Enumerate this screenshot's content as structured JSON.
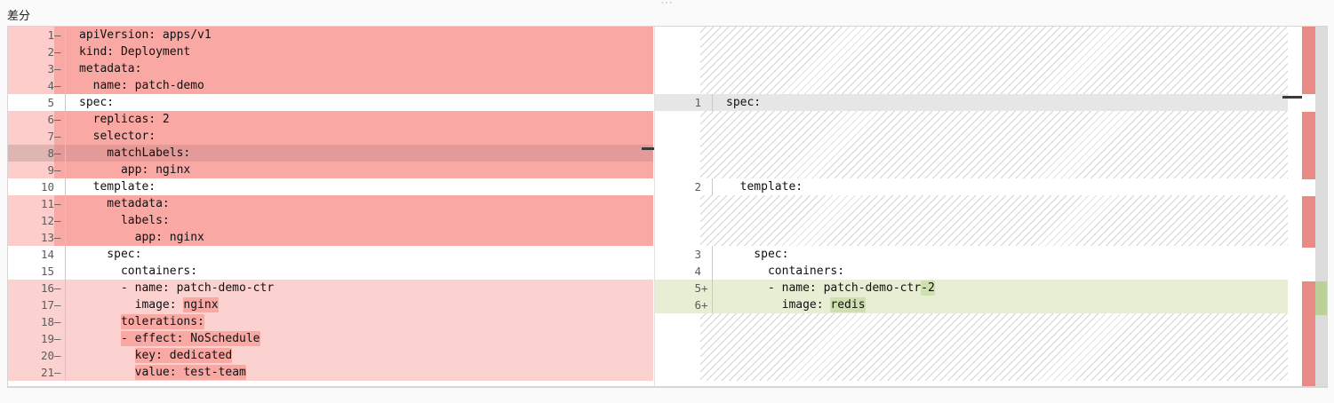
{
  "header": {
    "title": "差分",
    "dots": "···"
  },
  "diff": {
    "left": {
      "lines": [
        {
          "num": "1",
          "marker": "–",
          "kind": "del",
          "text": "apiVersion: apps/v1"
        },
        {
          "num": "2",
          "marker": "–",
          "kind": "del",
          "text": "kind: Deployment"
        },
        {
          "num": "3",
          "marker": "–",
          "kind": "del",
          "text": "metadata:"
        },
        {
          "num": "4",
          "marker": "–",
          "kind": "del",
          "text": "  name: patch-demo"
        },
        {
          "num": "5",
          "marker": "",
          "kind": "ctx",
          "text": "spec:"
        },
        {
          "num": "6",
          "marker": "–",
          "kind": "del",
          "text": "  replicas: 2"
        },
        {
          "num": "7",
          "marker": "–",
          "kind": "del",
          "text": "  selector:"
        },
        {
          "num": "8",
          "marker": "–",
          "kind": "del-strong",
          "text": "    matchLabels:"
        },
        {
          "num": "9",
          "marker": "–",
          "kind": "del",
          "text": "      app: nginx"
        },
        {
          "num": "10",
          "marker": "",
          "kind": "ctx",
          "text": "  template:"
        },
        {
          "num": "11",
          "marker": "–",
          "kind": "del",
          "text": "    metadata:"
        },
        {
          "num": "12",
          "marker": "–",
          "kind": "del",
          "text": "      labels:"
        },
        {
          "num": "13",
          "marker": "–",
          "kind": "del",
          "text": "        app: nginx"
        },
        {
          "num": "14",
          "marker": "",
          "kind": "ctx",
          "text": "    spec:"
        },
        {
          "num": "15",
          "marker": "",
          "kind": "ctx",
          "text": "      containers:"
        },
        {
          "num": "16",
          "marker": "–",
          "kind": "del-light",
          "segments": [
            {
              "t": "      - name: patch-demo-ctr",
              "hl": false
            }
          ]
        },
        {
          "num": "17",
          "marker": "–",
          "kind": "del-light",
          "segments": [
            {
              "t": "        image: ",
              "hl": false
            },
            {
              "t": "nginx",
              "hl": true
            }
          ]
        },
        {
          "num": "18",
          "marker": "–",
          "kind": "del-light",
          "segments": [
            {
              "t": "      ",
              "hl": false
            },
            {
              "t": "tolerations:",
              "hl": true
            }
          ]
        },
        {
          "num": "19",
          "marker": "–",
          "kind": "del-light",
          "segments": [
            {
              "t": "      ",
              "hl": false
            },
            {
              "t": "- effect: NoSchedule",
              "hl": true
            }
          ]
        },
        {
          "num": "20",
          "marker": "–",
          "kind": "del-light",
          "segments": [
            {
              "t": "        ",
              "hl": false
            },
            {
              "t": "key: dedicated",
              "hl": true
            }
          ]
        },
        {
          "num": "21",
          "marker": "–",
          "kind": "del-light",
          "segments": [
            {
              "t": "        ",
              "hl": false
            },
            {
              "t": "value: test-team",
              "hl": true
            }
          ]
        }
      ]
    },
    "right": {
      "lines": [
        {
          "num": "1",
          "marker": "",
          "kind": "ctx-hl",
          "text": "spec:"
        },
        {
          "num": "2",
          "marker": "",
          "kind": "ctx",
          "text": "  template:"
        },
        {
          "num": "3",
          "marker": "",
          "kind": "ctx",
          "text": "    spec:"
        },
        {
          "num": "4",
          "marker": "",
          "kind": "ctx",
          "text": "      containers:"
        },
        {
          "num": "5",
          "marker": "+",
          "kind": "add",
          "segments": [
            {
              "t": "      - name: patch-demo-ctr",
              "hl": false
            },
            {
              "t": "-2",
              "hl": true
            }
          ]
        },
        {
          "num": "6",
          "marker": "+",
          "kind": "add",
          "segments": [
            {
              "t": "        image: ",
              "hl": false
            },
            {
              "t": "redis",
              "hl": true
            }
          ]
        }
      ]
    }
  },
  "colors": {
    "deleted_bg": "#f9a8a4",
    "deleted_bg_light": "#fbd2d0",
    "deleted_bg_strong": "#e39a98",
    "added_bg": "#e7eed4",
    "added_inline": "#cfdfb0",
    "context_highlight": "#e6e6e6",
    "ruler_red": "#e98a86",
    "ruler_green": "#bcd19a",
    "scrollbar_track": "#dcdcdc"
  }
}
